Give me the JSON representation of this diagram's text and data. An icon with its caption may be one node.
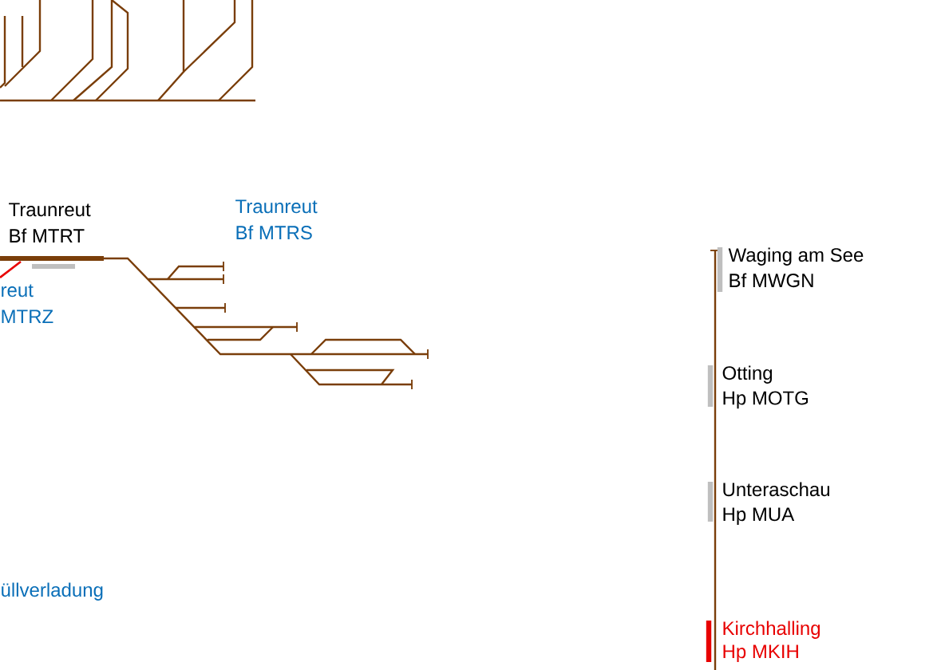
{
  "diagram": {
    "labels": [
      "Traunreut",
      "Bf MTRT",
      "Traunreut",
      "Bf MTRS",
      "reut",
      "MTRZ",
      "üllverladung",
      "Waging am See",
      "Bf MWGN",
      "Otting",
      "Hp MOTG",
      "Unteraschau",
      "Hp MUA",
      "Kirchhalling",
      "Hp MKIH"
    ]
  }
}
